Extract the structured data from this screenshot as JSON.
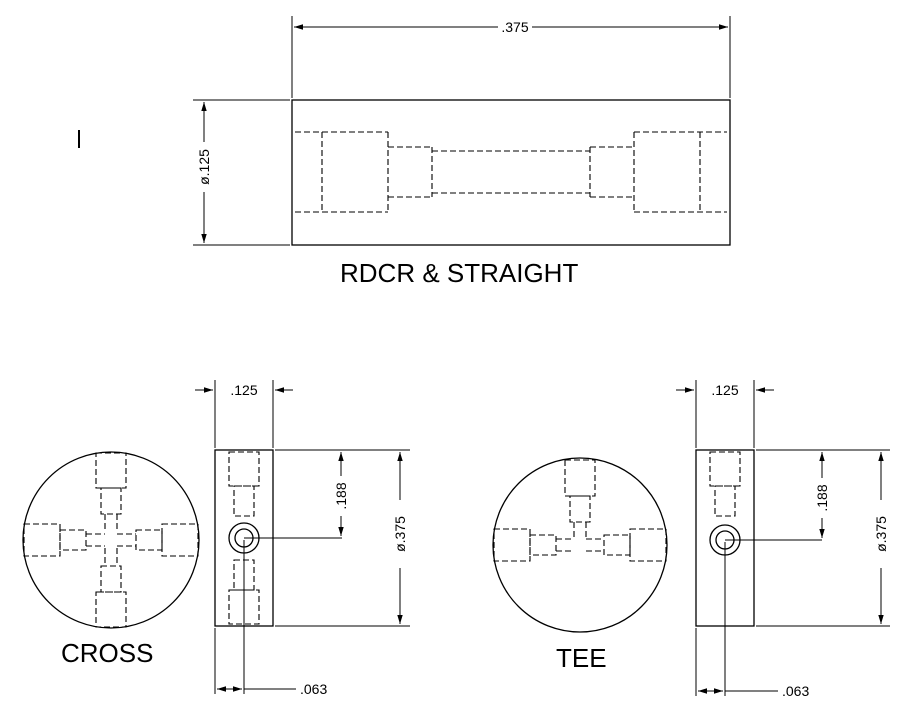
{
  "views": {
    "straight": {
      "title": "RDCR & STRAIGHT",
      "length_dim": ".375",
      "diameter_dim": "ø.125"
    },
    "cross": {
      "title": "CROSS",
      "width_dim": ".125",
      "height_dim": "ø.375",
      "offset_dim": ".188",
      "bottom_dim": ".063"
    },
    "tee": {
      "title": "TEE",
      "width_dim": ".125",
      "height_dim": "ø.375",
      "offset_dim": ".188",
      "bottom_dim": ".063"
    }
  }
}
